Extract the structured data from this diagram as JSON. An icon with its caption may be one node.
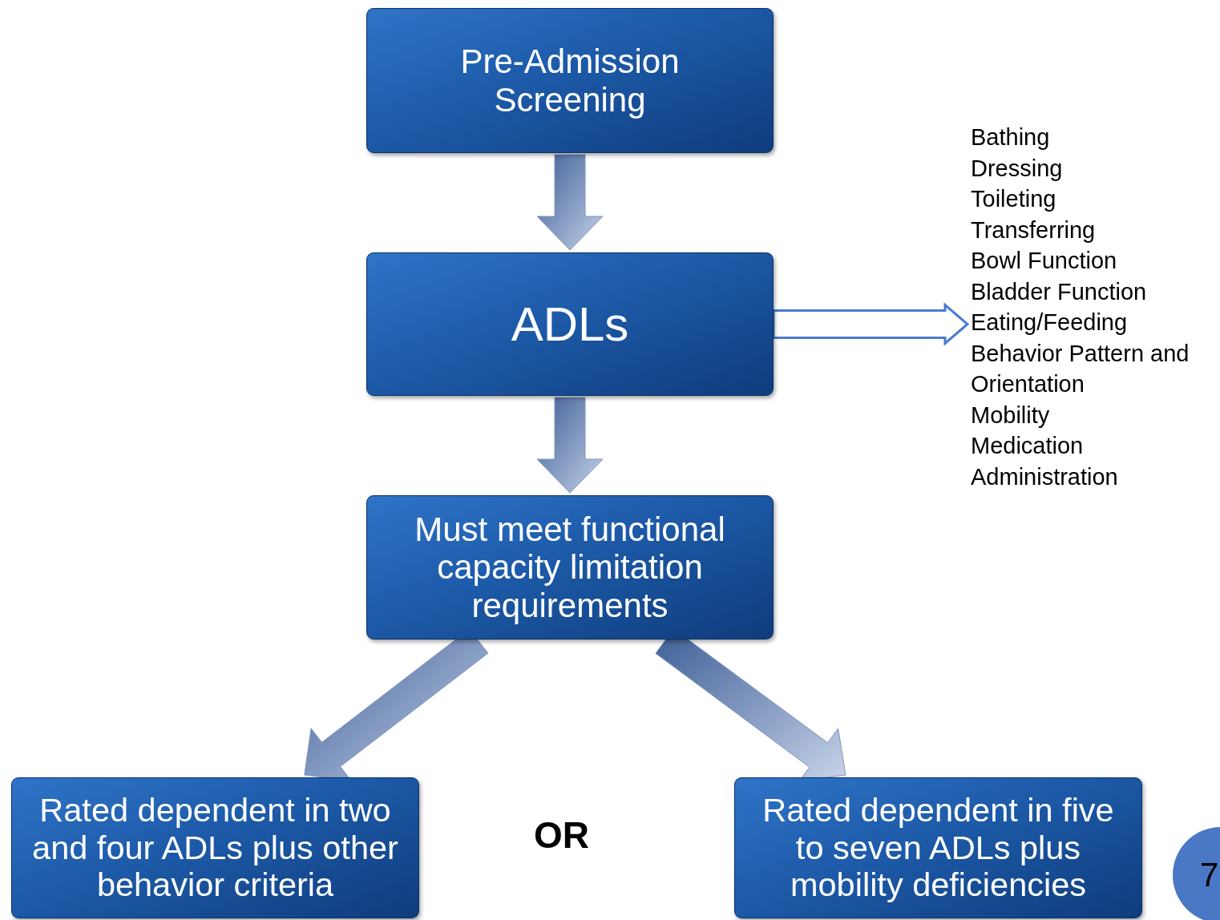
{
  "diagram": {
    "nodes": [
      {
        "text": [
          "Pre-Admission Screening"
        ]
      },
      {
        "text": [
          "ADLs"
        ]
      },
      {
        "text": [
          "Must meet functional capacity limitation requirements"
        ]
      },
      {
        "text": [
          "Rated dependent in two and four ADLs plus other behavior criteria"
        ]
      },
      {
        "text": [
          "Rated dependent in five to seven ADLs plus mobility deficiencies"
        ]
      },
      {
        "text": [
          "Bathing",
          "Dressing",
          "Toileting",
          "Transferring",
          "Bowl Function",
          "Bladder Function",
          "Eating/Feeding",
          "Behavior Pattern and Orientation",
          "Mobility",
          "Medication Administration"
        ]
      },
      {
        "text": [
          "7"
        ]
      }
    ],
    "edges": [
      {
        "from": 0,
        "to": 1,
        "arrow": "to"
      },
      {
        "from": 1,
        "to": 2,
        "arrow": "to"
      },
      {
        "from": 2,
        "to": 3,
        "arrow": "to"
      },
      {
        "from": 2,
        "to": 4,
        "arrow": "to"
      },
      {
        "from": 1,
        "to": 5,
        "arrow": "to",
        "color": "#4a7bd0"
      }
    ],
    "labels": [
      "OR"
    ]
  }
}
